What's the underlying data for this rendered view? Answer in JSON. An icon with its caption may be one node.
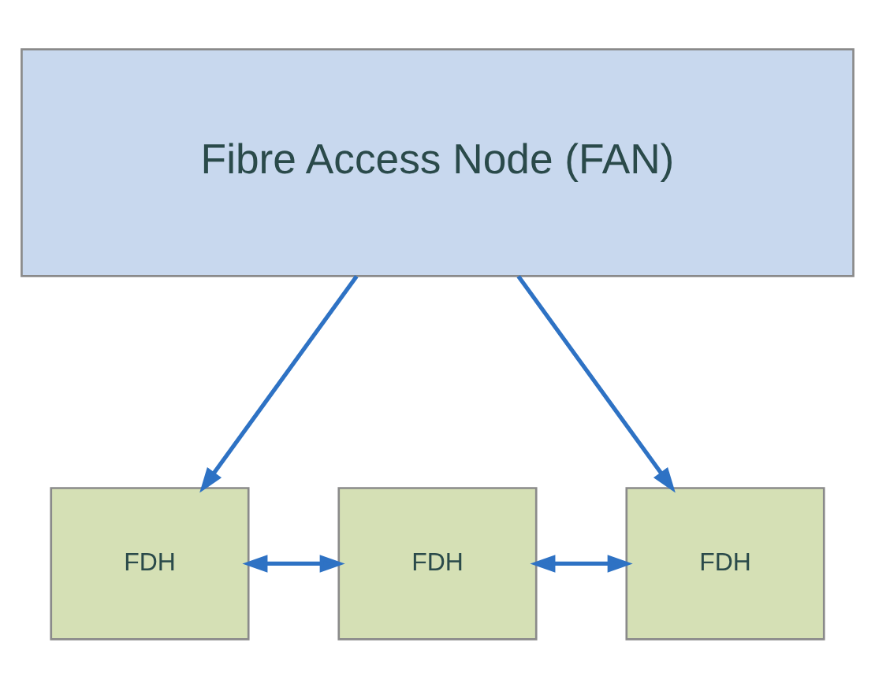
{
  "diagram": {
    "nodes": [
      {
        "text": [
          "Fibre Access Node (FAN)"
        ]
      },
      {
        "text": [
          "FDH"
        ]
      },
      {
        "text": [
          "FDH"
        ]
      },
      {
        "text": [
          "FDH"
        ]
      }
    ],
    "edges": [
      {
        "from": 0,
        "to": 1,
        "arrow": "to"
      },
      {
        "from": 0,
        "to": 3,
        "arrow": "to"
      },
      {
        "from": 1,
        "to": 2,
        "arrow": "both"
      },
      {
        "from": 2,
        "to": 3,
        "arrow": "both"
      }
    ]
  }
}
